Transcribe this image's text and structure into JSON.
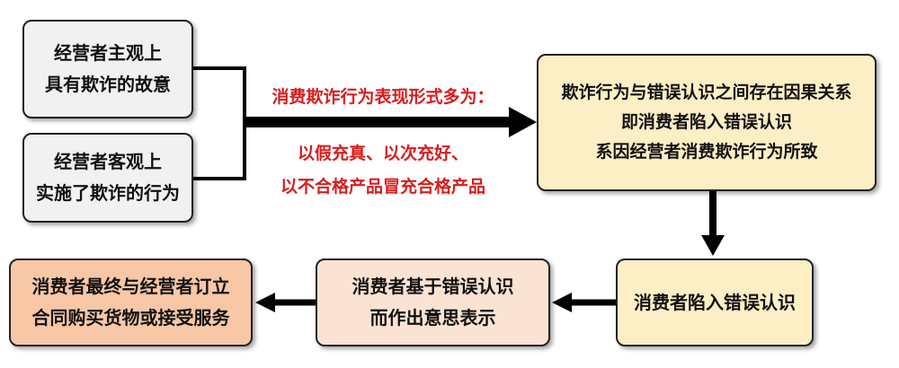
{
  "nodes": {
    "subjective_intent": [
      "经营者主观上",
      "具有欺诈的故意"
    ],
    "objective_act": [
      "经营者客观上",
      "实施了欺诈的行为"
    ],
    "causal_link": [
      "欺诈行为与错误认识之间存在因果关系",
      "即消费者陷入错误认识",
      "系因经营者消费欺诈行为所致"
    ],
    "consumer_misled": [
      "消费者陷入错误认识"
    ],
    "intent_expression": [
      "消费者基于错误认识",
      "而作出意思表示"
    ],
    "contract": [
      "消费者最终与经营者订立",
      "合同购买货物或接受服务"
    ]
  },
  "annotation": {
    "heading": "消费欺诈行为表现形式多为：",
    "line1": "以假充真、以次充好、",
    "line2": "以不合格产品冒充合格产品"
  },
  "colors": {
    "accent_red": "#d81d1d",
    "box_gray": "#f1f1f1",
    "box_cream": "#fdefc5",
    "box_peach_light": "#fbe3d4",
    "box_peach": "#f7c7a6"
  }
}
